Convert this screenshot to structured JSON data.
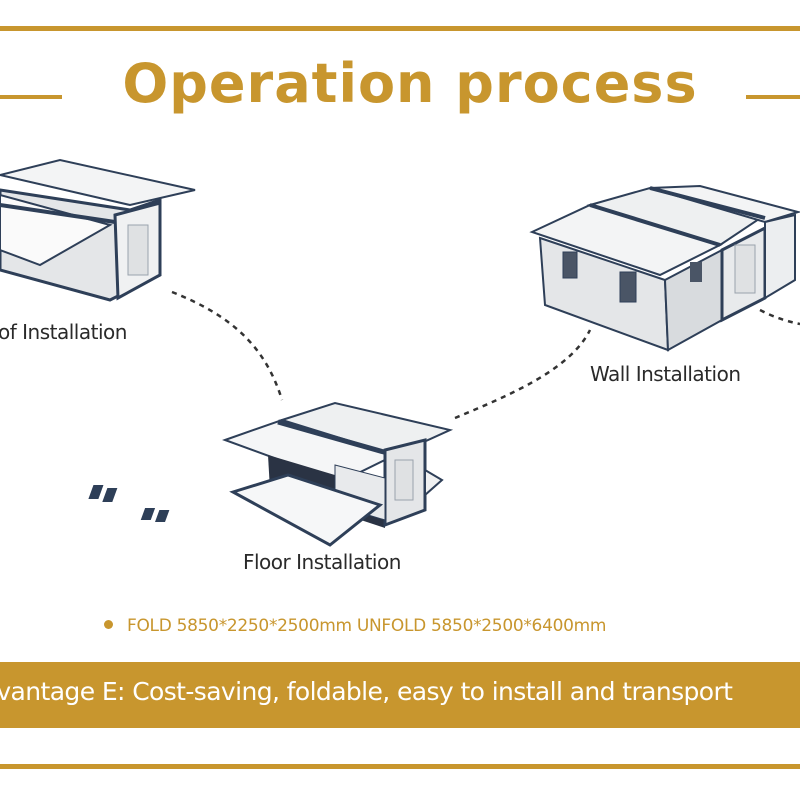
{
  "header": {
    "title": "Operation process"
  },
  "steps": [
    {
      "label": "of Installation",
      "icon": "folding-house-roof-icon"
    },
    {
      "label": "Wall Installation",
      "icon": "expanded-house-icon"
    },
    {
      "label": "Floor Installation",
      "icon": "folding-house-floor-icon"
    }
  ],
  "specs": {
    "text": "FOLD 5850*2250*2500mm UNFOLD 5850*2500*6400mm"
  },
  "banner": {
    "text": "lvantage E: Cost-saving, foldable, easy to install and transport"
  },
  "colors": {
    "accent": "#c8962e",
    "text": "#2a2a2a",
    "house_frame": "#2e3f58",
    "house_panel": "#e4e6e8"
  }
}
